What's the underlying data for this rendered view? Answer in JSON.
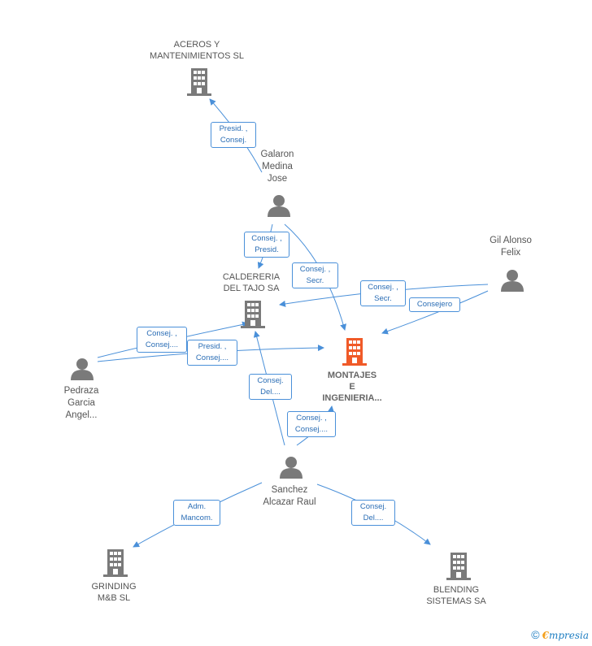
{
  "companies": {
    "aceros": {
      "lines": [
        "ACEROS Y",
        "MANTENIMIENTOS SL"
      ]
    },
    "caldereria": {
      "lines": [
        "CALDERERIA",
        "DEL TAJO SA"
      ]
    },
    "montajes": {
      "lines": [
        "MONTAJES",
        "E",
        "INGENIERIA..."
      ]
    },
    "grinding": {
      "lines": [
        "GRINDING",
        "M&B  SL"
      ]
    },
    "blending": {
      "lines": [
        "BLENDING",
        "SISTEMAS SA"
      ]
    }
  },
  "persons": {
    "galaron": {
      "lines": [
        "Galaron",
        "Medina",
        "Jose"
      ]
    },
    "gil": {
      "lines": [
        "Gil Alonso",
        "Felix"
      ]
    },
    "pedraza": {
      "lines": [
        "Pedraza",
        "Garcia",
        "Angel..."
      ]
    },
    "sanchez": {
      "lines": [
        "Sanchez",
        "Alcazar Raul"
      ]
    }
  },
  "relations": {
    "galaron_aceros": [
      "Presid. ,",
      "Consej."
    ],
    "galaron_caldereria": [
      "Consej. ,",
      "Presid."
    ],
    "galaron_montajes": [
      "Consej. ,",
      "Secr."
    ],
    "gil_caldereria": [
      "Consej. ,",
      "Secr."
    ],
    "gil_montajes": [
      "Consejero"
    ],
    "pedraza_caldereria": [
      "Consej. ,",
      "Consej...."
    ],
    "pedraza_montajes": [
      "Presid. ,",
      "Consej...."
    ],
    "sanchez_caldereria": [
      "Consej.",
      "Del...."
    ],
    "sanchez_montajes": [
      "Consej. ,",
      "Consej...."
    ],
    "sanchez_grinding": [
      "Adm.",
      "Mancom."
    ],
    "sanchez_blending": [
      "Consej.",
      "Del...."
    ]
  },
  "footer": {
    "copyright": "©",
    "brand_first": "€",
    "brand_rest": "mpresia"
  },
  "colors": {
    "edge": "#4a90d9",
    "company": "#7a7a7a",
    "main_company": "#f05a28",
    "person": "#7a7a7a"
  }
}
